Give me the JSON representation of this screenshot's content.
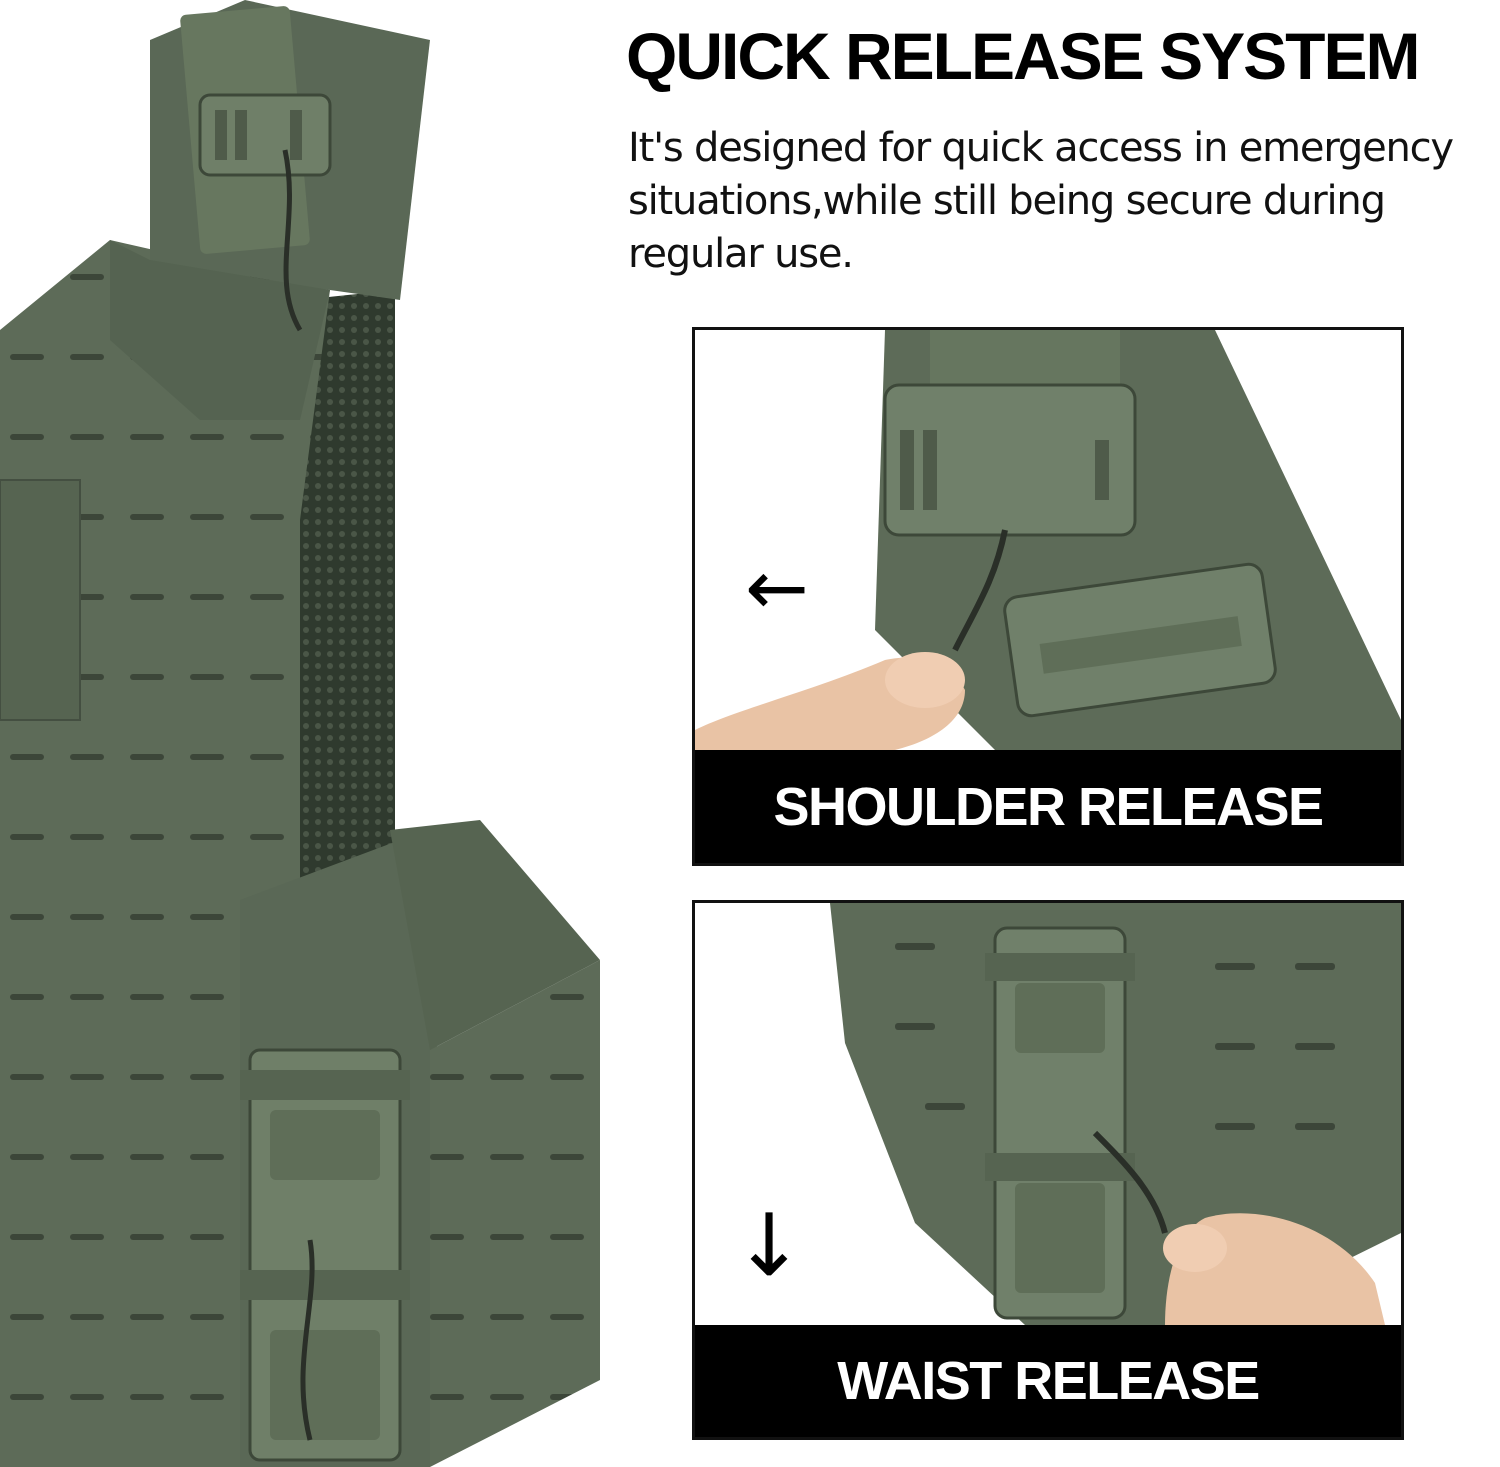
{
  "header": {
    "title": "QUICK RELEASE SYSTEM",
    "description": "It's designed for quick access in emergency situations,while still being secure during regular use."
  },
  "panels": {
    "shoulder": {
      "caption": "SHOULDER RELEASE",
      "arrow": "←"
    },
    "waist": {
      "caption": "WAIST RELEASE",
      "arrow": "↓"
    }
  },
  "colors": {
    "fabric": "#5d6b58",
    "fabric_dark": "#4a5647",
    "buckle": "#6f7f68",
    "mesh": "#2f3a2e",
    "caption_bg": "#000000",
    "caption_text": "#ffffff"
  }
}
